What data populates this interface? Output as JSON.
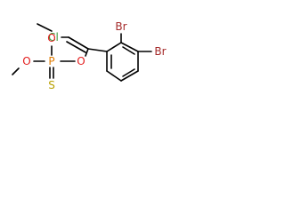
{
  "molecule": {
    "atoms": {
      "cl": {
        "symbol": "Cl",
        "color": "#3a9a3a"
      },
      "br_ortho": {
        "symbol": "Br",
        "color": "#a52a2a"
      },
      "br_para": {
        "symbol": "Br",
        "color": "#a52a2a"
      },
      "o_ether": {
        "symbol": "O",
        "color": "#e31e1e"
      },
      "o_methoxy_top": {
        "symbol": "O",
        "color": "#e31e1e"
      },
      "o_methoxy_left": {
        "symbol": "O",
        "color": "#e31e1e"
      },
      "p": {
        "symbol": "P",
        "color": "#e07b00"
      },
      "s": {
        "symbol": "S",
        "color": "#b8a000"
      }
    },
    "bond_color": "#000000"
  }
}
